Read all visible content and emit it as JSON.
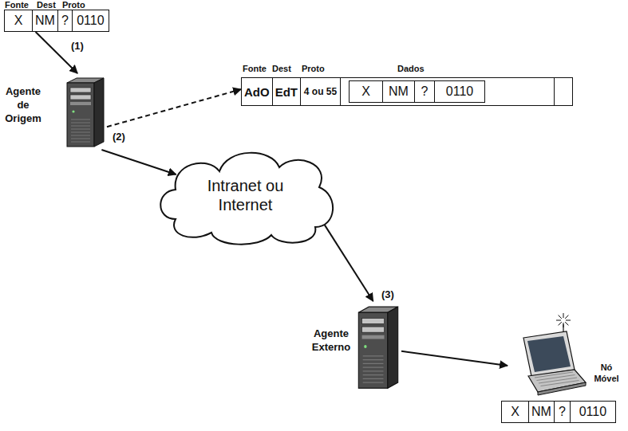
{
  "diagram": {
    "nodes": [
      {
        "text": [
          "X",
          "NM",
          "?",
          "0110"
        ]
      },
      {
        "text": [
          "Agente de Origem"
        ]
      },
      {
        "text": [
          "AdO",
          "EdT",
          "4 ou 55"
        ]
      },
      {
        "text": [
          "X",
          "NM",
          "?",
          "0110"
        ],
        "in": 2
      },
      {
        "text": [
          "Intranet ou Internet"
        ]
      },
      {
        "text": [
          "Agente Externo"
        ]
      },
      {
        "text": [
          "Nó Móvel"
        ]
      },
      {
        "text": [
          "X",
          "NM",
          "?",
          "0110"
        ]
      }
    ],
    "edges": [
      {
        "from": 0,
        "to": 1,
        "arrow": "to",
        "label": "(1)"
      },
      {
        "from": 1,
        "to": 2,
        "arrow": "to"
      },
      {
        "from": 1,
        "to": 4,
        "arrow": "to",
        "label": "(2)"
      },
      {
        "from": 4,
        "to": 5,
        "arrow": "to"
      },
      {
        "from": 5,
        "to": 6,
        "arrow": "to"
      }
    ],
    "labels": [
      "Fonte",
      "Dest",
      "Proto",
      "Fonte",
      "Dest",
      "Proto",
      "Dados",
      "(3)"
    ]
  }
}
